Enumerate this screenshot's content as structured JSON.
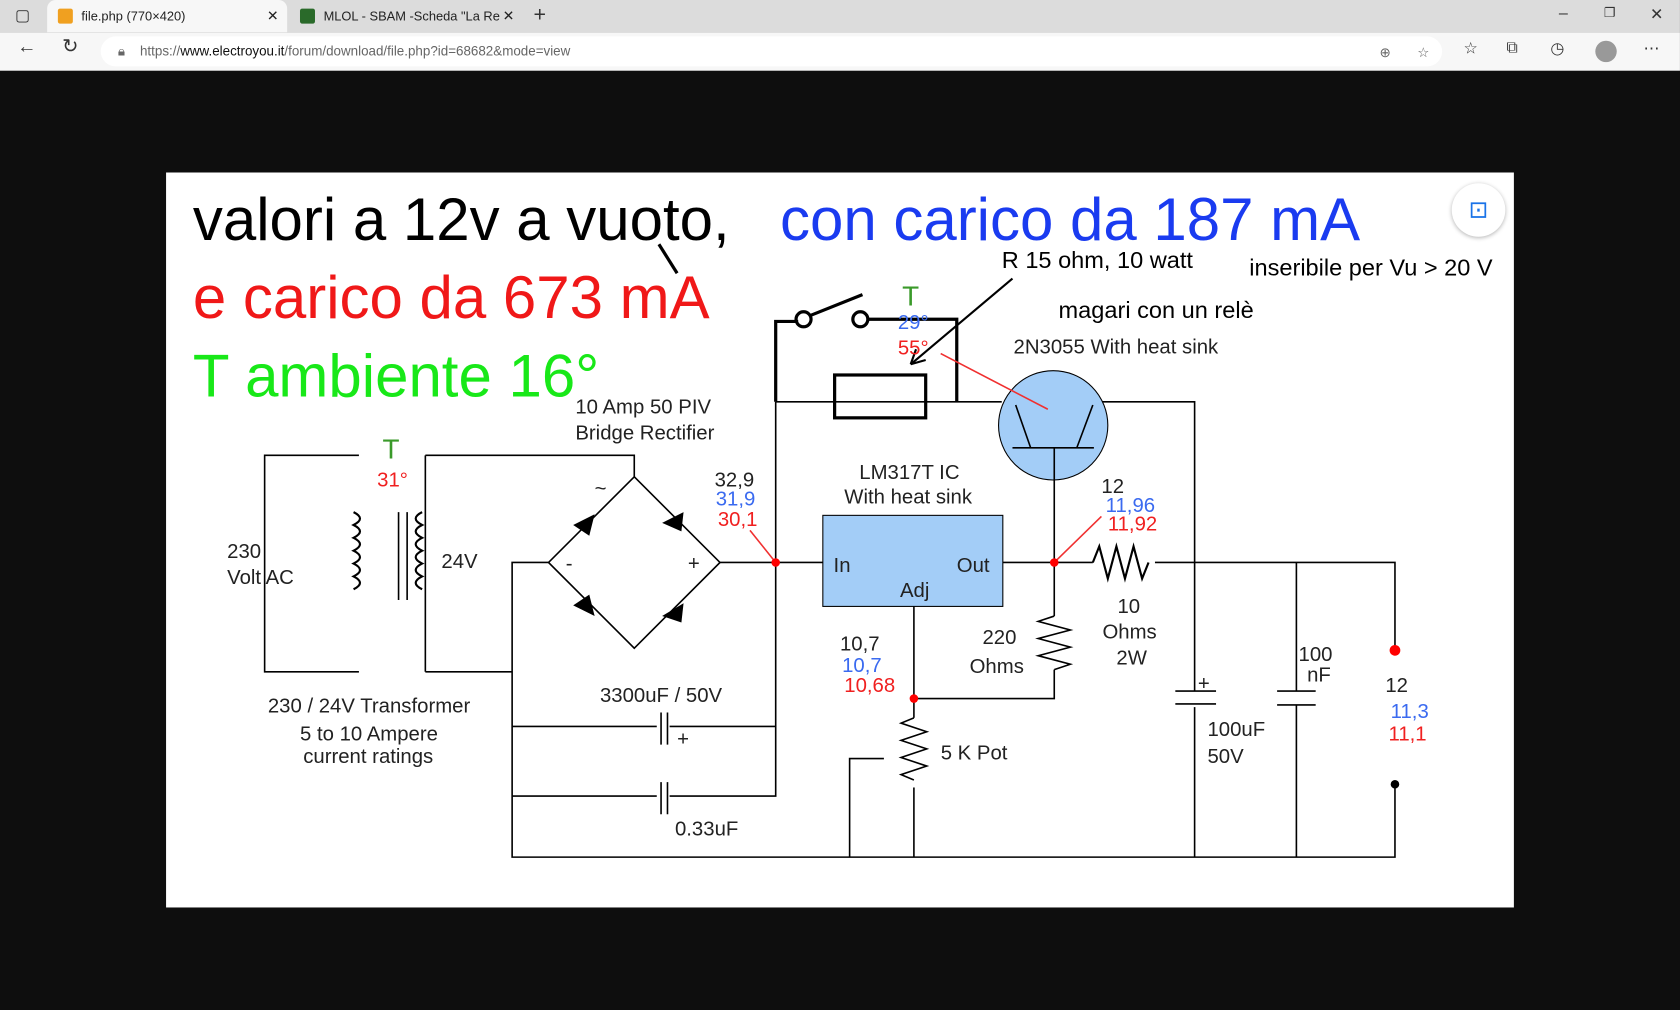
{
  "browser": {
    "tabs": [
      {
        "title": "file.php (770×420)",
        "favicon_color": "#f0a020"
      },
      {
        "title": "MLOL - SBAM -Scheda \"La Repul",
        "favicon_color": "#2a6a2a"
      }
    ],
    "url_prefix": "https://",
    "url_domain": "www.electroyou.it",
    "url_path": "/forum/download/file.php?id=68682&mode=view"
  },
  "image": {
    "title_line1_black": "valori a 12v a vuoto,",
    "title_line1_blue": "con carico da 187 mA",
    "title_line2_red": "e carico da 673 mA",
    "title_line3_green": "T ambiente 16°",
    "note_resistor": "R  15 ohm, 10 watt",
    "note_insert": "inseribile per Vu > 20 V",
    "note_relay": "magari con un relè",
    "transistor_label": "2N3055  With heat sink",
    "bridge_label1": "10 Amp 50 PIV",
    "bridge_label2": "Bridge Rectifier",
    "t_label": "T",
    "temp_transformer": "31°",
    "temp_res_blue": "29°",
    "temp_res_red": "55°",
    "input_v1": "230",
    "input_v2": "Volt AC",
    "secondary_v": "24V",
    "transformer_label1": "230 / 24V Transformer",
    "transformer_label2": "5 to 10 Ampere",
    "transformer_label3": "current ratings",
    "cap1": "3300uF / 50V",
    "cap2": "0.33uF",
    "lm_label1": "LM317T  IC",
    "lm_label2": "With heat sink",
    "pin_in": "In",
    "pin_out": "Out",
    "pin_adj": "Adj",
    "v_in": [
      "32,9",
      "31,9",
      "30,1"
    ],
    "v_out": [
      "12",
      "11,96",
      "11,92"
    ],
    "v_adj": [
      "10,7",
      "10,7",
      "10,68"
    ],
    "v_load": [
      "12",
      "11,3",
      "11,1"
    ],
    "r220_1": "220",
    "r220_2": "Ohms",
    "r10_1": "10",
    "r10_2": "Ohms",
    "r10_3": "2W",
    "pot": "5 K Pot",
    "c100u_1": "100uF",
    "c100u_2": "50V",
    "c100n_1": "100",
    "c100n_2": "nF",
    "bridge_minus": "-",
    "bridge_plus": "+",
    "bridge_tilde": "~",
    "cap_plus": "+"
  }
}
